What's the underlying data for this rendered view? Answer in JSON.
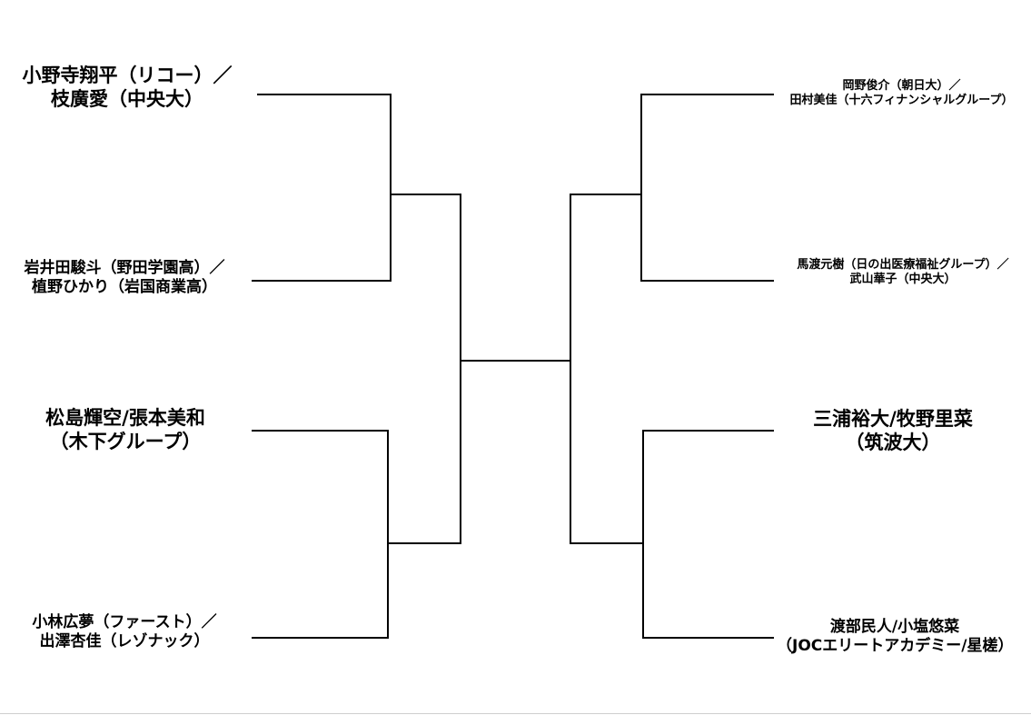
{
  "teams": {
    "left_1": {
      "line1": "小野寺翔平（リコー）／",
      "line2": "枝廣愛（中央大）"
    },
    "left_2": {
      "line1": "岩井田駿斗（野田学園高）／",
      "line2": "植野ひかり（岩国商業高）"
    },
    "left_3": {
      "line1": "松島輝空/張本美和",
      "line2": "（木下グループ）"
    },
    "left_4": {
      "line1": "小林広夢（ファースト）／",
      "line2": "出澤杏佳（レゾナック）"
    },
    "right_1": {
      "line1": "岡野俊介（朝日大）／",
      "line2": "田村美佳（十六フィナンシャルグループ）"
    },
    "right_2": {
      "line1": "馬渡元樹（日の出医療福祉グループ）／",
      "line2": "武山華子（中央大）"
    },
    "right_3": {
      "line1": "三浦裕大/牧野里菜",
      "line2": "（筑波大）"
    },
    "right_4": {
      "line1": "渡部民人/小塩悠菜",
      "line2": "（JOCエリートアカデミー/星槎）"
    }
  }
}
